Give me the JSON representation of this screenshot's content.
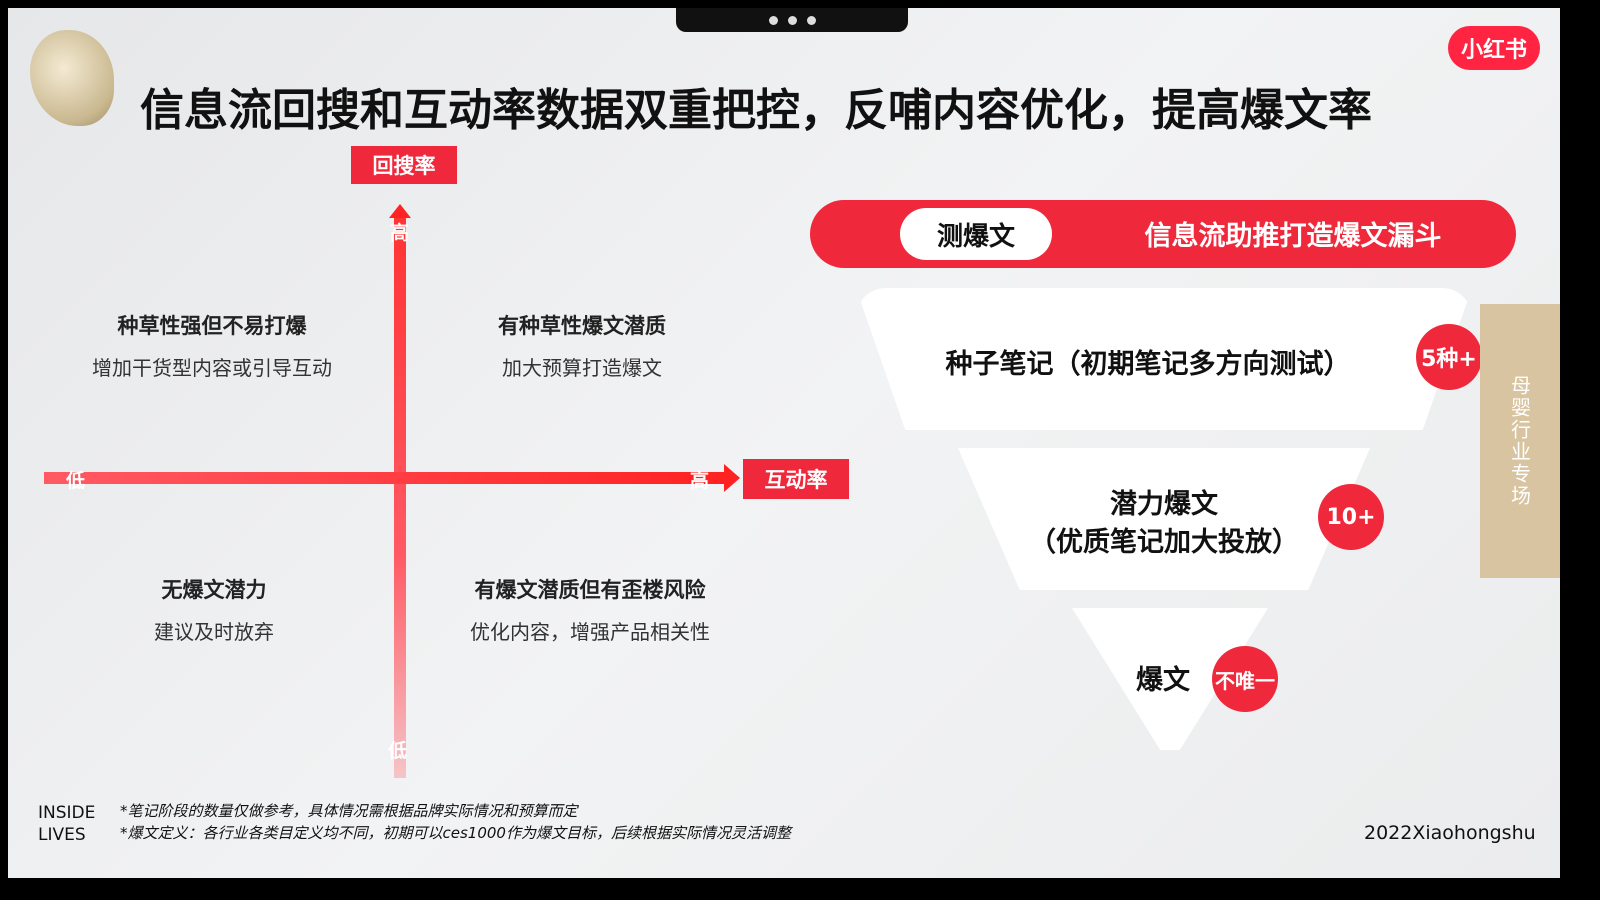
{
  "title": "信息流回搜和互动率数据双重把控，反哺内容优化，提高爆文率",
  "logo": "小红书",
  "axes": {
    "y_label": "回搜率",
    "x_label": "互动率",
    "y_high": "高",
    "y_low": "低",
    "x_high": "高",
    "x_low": "低"
  },
  "quadrants": [
    {
      "heading": "种草性强但不易打爆",
      "sub": "增加干货型内容或引导互动"
    },
    {
      "heading": "有种草性爆文潜质",
      "sub": "加大预算打造爆文"
    },
    {
      "heading": "无爆文潜力",
      "sub": "建议及时放弃"
    },
    {
      "heading": "有爆文潜质但有歪楼风险",
      "sub": "优化内容，增强产品相关性"
    }
  ],
  "funnel": {
    "tab": "测爆文",
    "title": "信息流助推打造爆文漏斗",
    "levels": [
      {
        "label": "种子笔记（初期笔记多方向测试）",
        "badge": "5种+"
      },
      {
        "label": "潜力爆文",
        "label2": "（优质笔记加大投放）",
        "badge": "10+"
      },
      {
        "label": "爆文",
        "badge": "不唯一"
      }
    ]
  },
  "side_tab": "母婴行业专场",
  "notes": [
    "*笔记阶段的数量仅做参考，具体情况需根据品牌实际情况和预算而定",
    "*爆文定义：各行业各类目定义均不同，初期可以ces1000作为爆文目标，后续根据实际情况灵活调整"
  ],
  "brand_lines": [
    "INSIDE",
    "LIVES"
  ],
  "copyright": "2022Xiaohongshu",
  "colors": {
    "accent": "#f0283c",
    "side_tab": "#d8c4a0"
  }
}
